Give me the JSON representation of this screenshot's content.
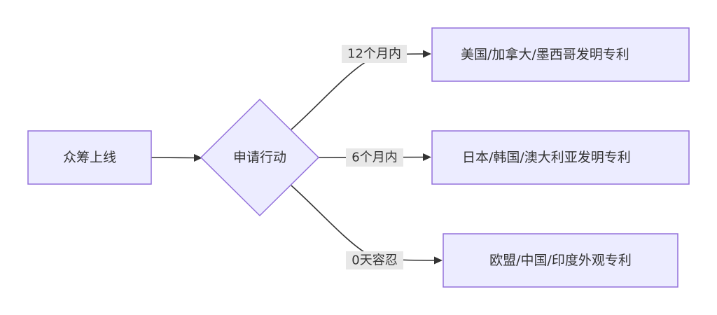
{
  "flowchart": {
    "nodes": {
      "launch": "众筹上线",
      "action": "申请行动",
      "us_ca_mx": "美国/加拿大/墨西哥发明专利",
      "jp_kr_au": "日本/韩国/澳大利亚发明专利",
      "eu_cn_in": "欧盟/中国/印度外观专利"
    },
    "edges": {
      "to_us_ca_mx": "12个月内",
      "to_jp_kr_au": "6个月内",
      "to_eu_cn_in": "0天容忍"
    }
  },
  "colors": {
    "node_fill": "#ececff",
    "node_stroke": "#9370db",
    "edge": "#333333",
    "label_bg": "#e8e8e8",
    "text": "#333333"
  }
}
